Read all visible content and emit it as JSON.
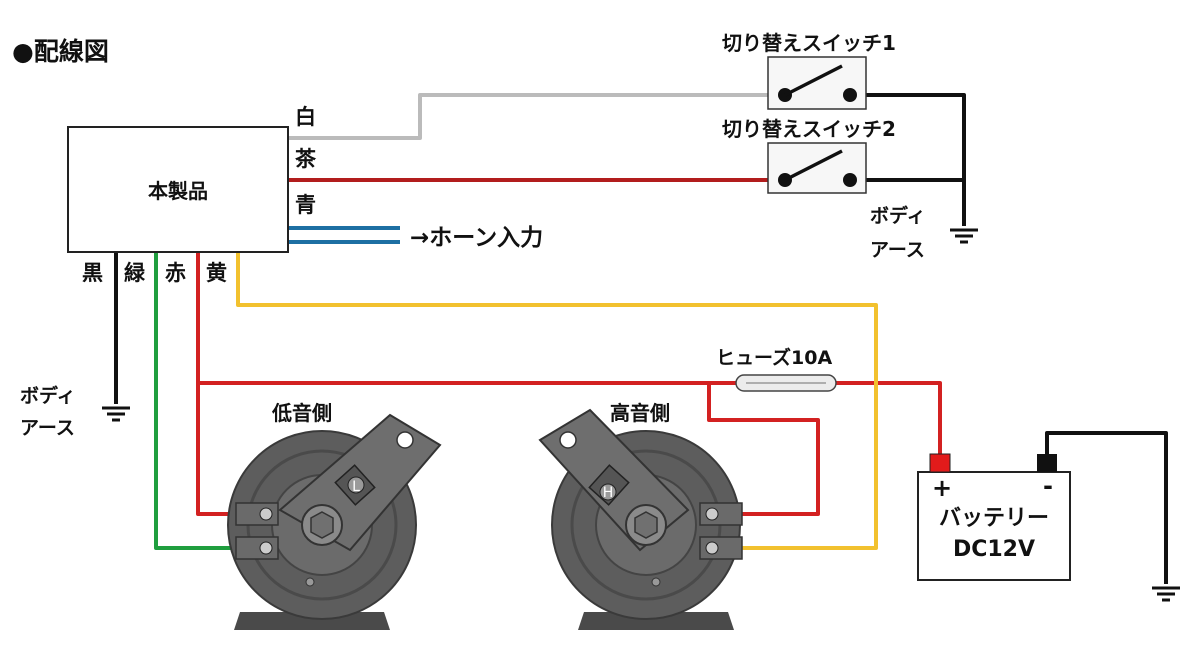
{
  "title": "●配線図",
  "unit": {
    "label": "本製品"
  },
  "wire_labels": {
    "white": "白",
    "brown": "茶",
    "blue": "青",
    "black": "黒",
    "green": "緑",
    "red": "赤",
    "yellow": "黄"
  },
  "horn_input": "→ホーン入力",
  "switch1": "切り替えスイッチ1",
  "switch2": "切り替えスイッチ2",
  "ground_right": {
    "line1": "ボディ",
    "line2": "アース"
  },
  "ground_left": {
    "line1": "ボディ",
    "line2": "アース"
  },
  "fuse": "ヒューズ10A",
  "horn_low": {
    "label": "低音側",
    "mark": "L"
  },
  "horn_high": {
    "label": "高音側",
    "mark": "H"
  },
  "battery": {
    "plus": "+",
    "minus": "-",
    "line1": "バッテリー",
    "line2": "DC12V"
  },
  "colors": {
    "white_wire": "#bbbbbb",
    "brown_wire": "#b21d1d",
    "blue_wire": "#1d6fa3",
    "black_wire": "#111111",
    "green_wire": "#1f9e3e",
    "red_wire": "#d32121",
    "yellow_wire": "#f2c12e",
    "horn_body": "#5d5d5d"
  }
}
